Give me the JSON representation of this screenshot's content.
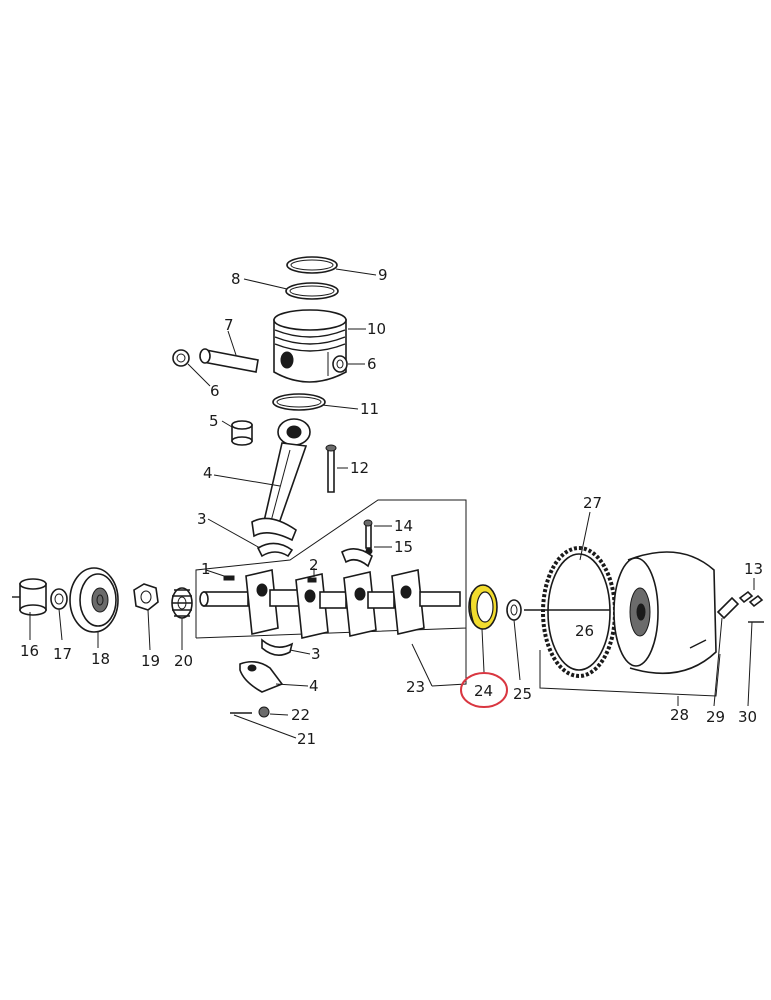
{
  "highlight": {
    "part_label": "24",
    "ring_color": "#d93640",
    "part_color": "#f2dc2e"
  },
  "labels": [
    "1",
    "2",
    "3",
    "3",
    "4",
    "4",
    "5",
    "6",
    "6",
    "7",
    "8",
    "9",
    "10",
    "11",
    "12",
    "13",
    "14",
    "15",
    "16",
    "17",
    "18",
    "19",
    "20",
    "21",
    "22",
    "23",
    "24",
    "25",
    "26",
    "27",
    "28",
    "29",
    "30"
  ]
}
